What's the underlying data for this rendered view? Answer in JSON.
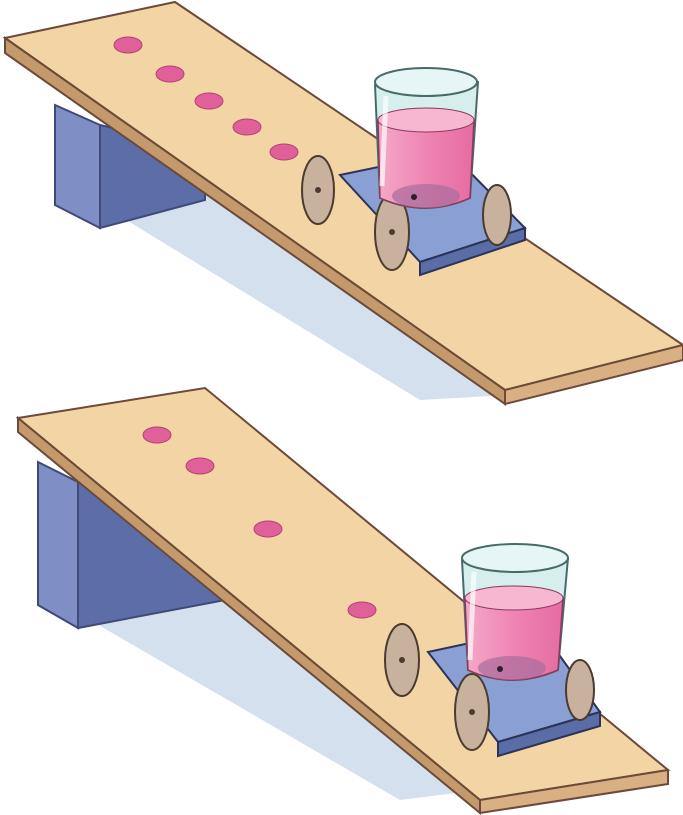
{
  "figure": {
    "panels": [
      {
        "id": "top",
        "drip_count": 5,
        "drip_spacing": "equal"
      },
      {
        "id": "bottom",
        "drip_count": 4,
        "drip_spacing": "increasing"
      }
    ],
    "colors": {
      "board_top": "#f3d4a4",
      "board_edge": "#c49a6c",
      "board_outline": "#6b4a3a",
      "block_front": "#7f8fc6",
      "block_side": "#5d6da8",
      "shadow": "#c9d8ea",
      "cart_body": "#7f96cc",
      "wheel": "#c8b29e",
      "beaker_glass": "#d6eeee",
      "liquid": "#f08ab4",
      "drip": "#e0609a"
    },
    "icons": [
      "incline-board-icon",
      "support-block-icon",
      "cart-icon",
      "beaker-icon",
      "drip-icon"
    ]
  }
}
